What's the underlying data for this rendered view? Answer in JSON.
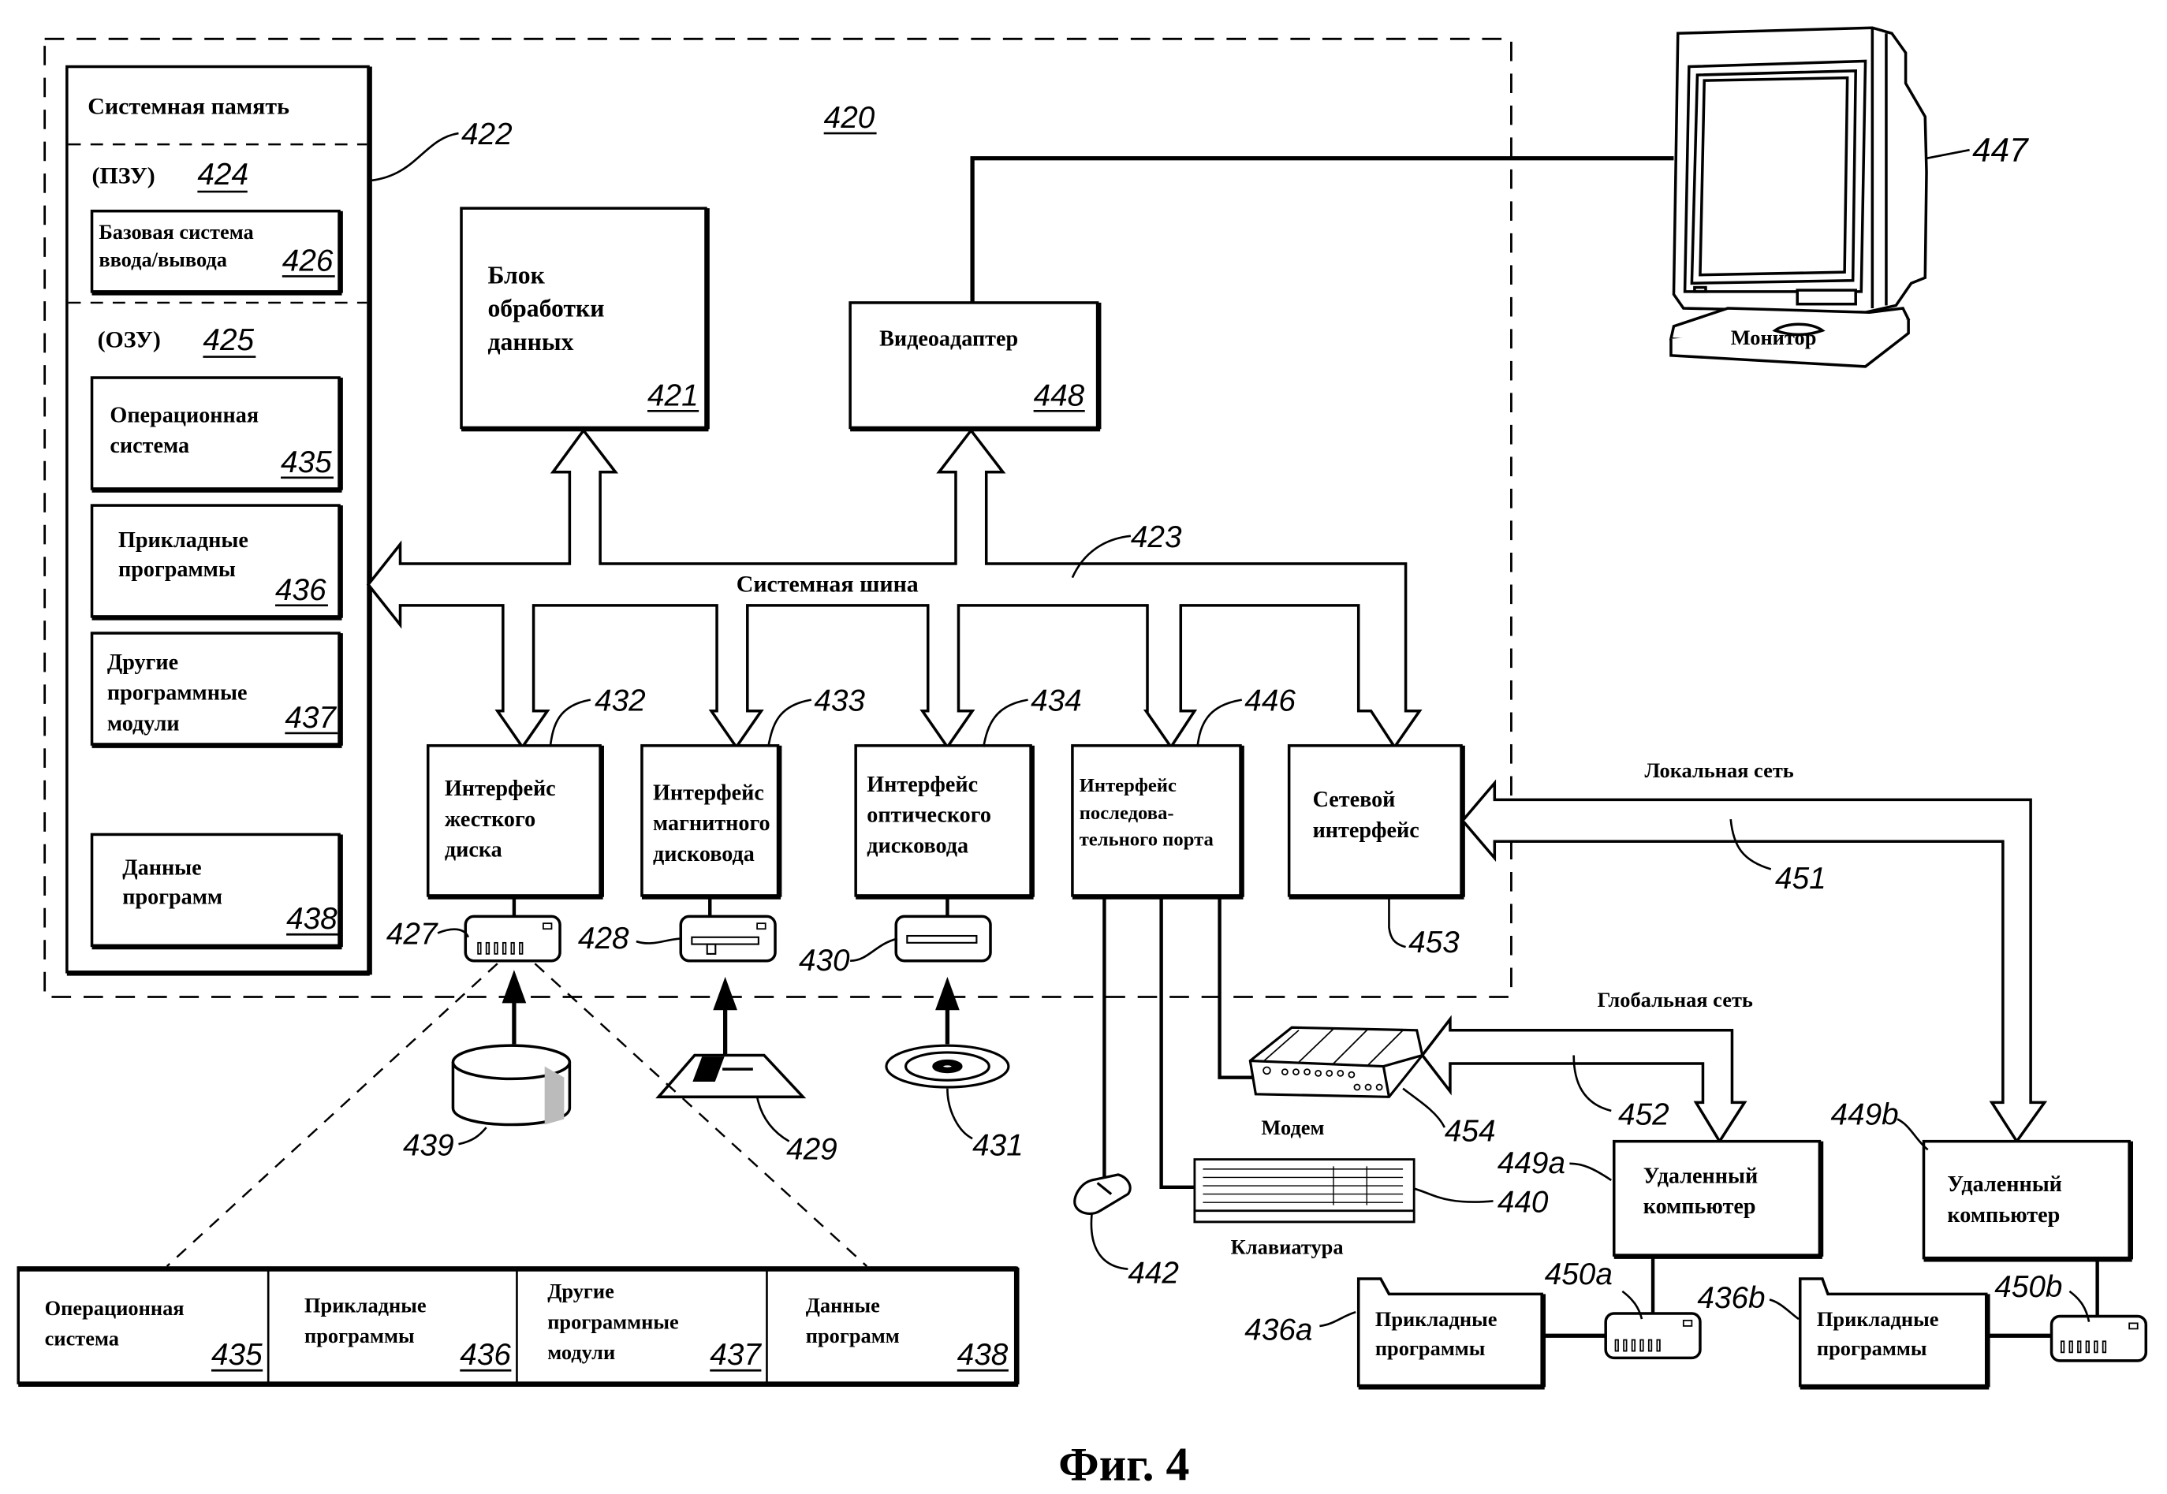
{
  "figure": {
    "caption": "Фиг. 4",
    "computer_ref": "420"
  },
  "system_memory": {
    "title": "Системная память",
    "ref": "422",
    "rom": {
      "label": "(ПЗУ)",
      "ref": "424"
    },
    "bios": {
      "line1": "Базовая система",
      "line2": "ввода/вывода",
      "ref": "426"
    },
    "ram": {
      "label": "(ОЗУ)",
      "ref": "425"
    },
    "os": {
      "line1": "Операционная",
      "line2": "система",
      "ref": "435"
    },
    "apps": {
      "line1": "Прикладные",
      "line2": "программы",
      "ref": "436"
    },
    "modules": {
      "line1": "Другие",
      "line2": "программные",
      "line3": "модули",
      "ref": "437"
    },
    "data": {
      "line1": "Данные",
      "line2": "программ",
      "ref": "438"
    }
  },
  "cpu": {
    "line1": "Блок",
    "line2": "обработки",
    "line3": "данных",
    "ref": "421"
  },
  "video": {
    "label": "Видеоадаптер",
    "ref": "448"
  },
  "monitor": {
    "label": "Монитор",
    "ref": "447"
  },
  "bus": {
    "label": "Системная шина",
    "ref": "423"
  },
  "interfaces": [
    {
      "line1": "Интерфейс",
      "line2": "жесткого",
      "line3": "диска",
      "ref": "432"
    },
    {
      "line1": "Интерфейс",
      "line2": "магнитного",
      "line3": "дисковода",
      "ref": "433"
    },
    {
      "line1": "Интерфейс",
      "line2": "оптического",
      "line3": "дисковода",
      "ref": "434"
    },
    {
      "line1": "Интерфейс",
      "line2": "последова-",
      "line3": "тельного порта",
      "ref": "446"
    },
    {
      "line1": "Сетевой",
      "line2": "интерфейс",
      "line3": "",
      "ref": "453"
    }
  ],
  "drives": {
    "hdd": "427",
    "fdd": "428",
    "odd": "430",
    "disk": "439",
    "floppy": "429",
    "cd": "431"
  },
  "peripherals": {
    "modem": {
      "label": "Модем",
      "ref": "454"
    },
    "keyboard": {
      "label": "Клавиатура",
      "ref": "440"
    },
    "mouse": {
      "ref": "442"
    }
  },
  "networks": {
    "lan": {
      "label": "Локальная сеть",
      "ref": "451"
    },
    "wan": {
      "label": "Глобальная сеть",
      "ref": "452"
    }
  },
  "remote": [
    {
      "line1": "Удаленный",
      "line2": "компьютер",
      "ref": "449a",
      "storage_ref": "450a",
      "apps_ref": "436a",
      "apps_line1": "Прикладные",
      "apps_line2": "программы"
    },
    {
      "line1": "Удаленный",
      "line2": "компьютер",
      "ref": "449b",
      "storage_ref": "450b",
      "apps_ref": "436b",
      "apps_line1": "Прикладные",
      "apps_line2": "программы"
    }
  ],
  "disk_contents": [
    {
      "line1": "Операционная",
      "line2": "система",
      "line3": "",
      "ref": "435"
    },
    {
      "line1": "Прикладные",
      "line2": "программы",
      "line3": "",
      "ref": "436"
    },
    {
      "line1": "Другие",
      "line2": "программные",
      "line3": "модули",
      "ref": "437"
    },
    {
      "line1": "Данные",
      "line2": "программ",
      "line3": "",
      "ref": "438"
    }
  ]
}
